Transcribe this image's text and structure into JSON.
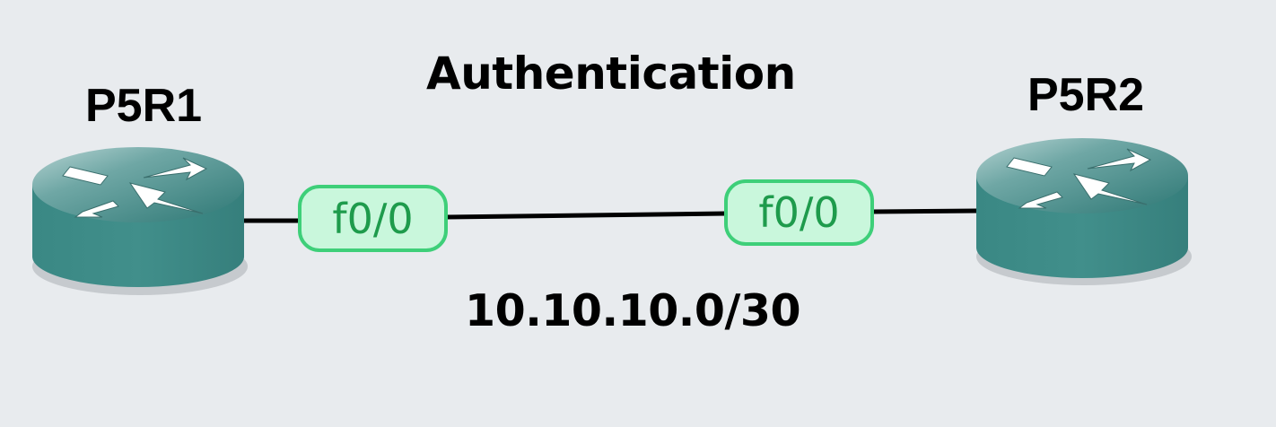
{
  "diagram": {
    "title": "Authentication",
    "subnet": "10.10.10.0/30",
    "routers": [
      {
        "name": "P5R1",
        "icon": "router-icon"
      },
      {
        "name": "P5R2",
        "icon": "router-icon"
      }
    ],
    "interfaces": [
      {
        "label": "f0/0"
      },
      {
        "label": "f0/0"
      }
    ]
  },
  "colors": {
    "background": "#e8ebee",
    "router_top": "#2f7b78",
    "router_side": "#3f8f8b",
    "interface_border": "#3ecf79",
    "interface_fill": "#c9f7dc",
    "interface_text": "#1e9b4c",
    "link": "#000000"
  }
}
